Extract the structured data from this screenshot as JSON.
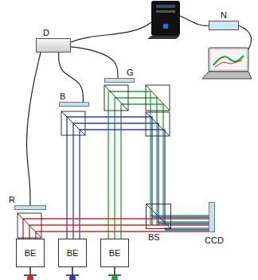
{
  "diagram": {
    "nodes": [
      {
        "text": [
          "D"
        ]
      },
      {
        "text": [
          "N"
        ]
      },
      {
        "text": [
          "G"
        ]
      },
      {
        "text": [
          "B"
        ]
      },
      {
        "text": [
          "R"
        ]
      },
      {
        "text": [
          "BE"
        ]
      },
      {
        "text": [
          "BE"
        ]
      },
      {
        "text": [
          "BE"
        ]
      },
      {
        "text": [
          "BS"
        ]
      },
      {
        "text": [
          "CCD"
        ]
      }
    ],
    "edges": [
      {
        "from": 0,
        "to": 4,
        "arrow": "none"
      },
      {
        "from": 0,
        "to": 3,
        "arrow": "none"
      },
      {
        "from": 0,
        "to": 2,
        "arrow": "none"
      }
    ]
  }
}
